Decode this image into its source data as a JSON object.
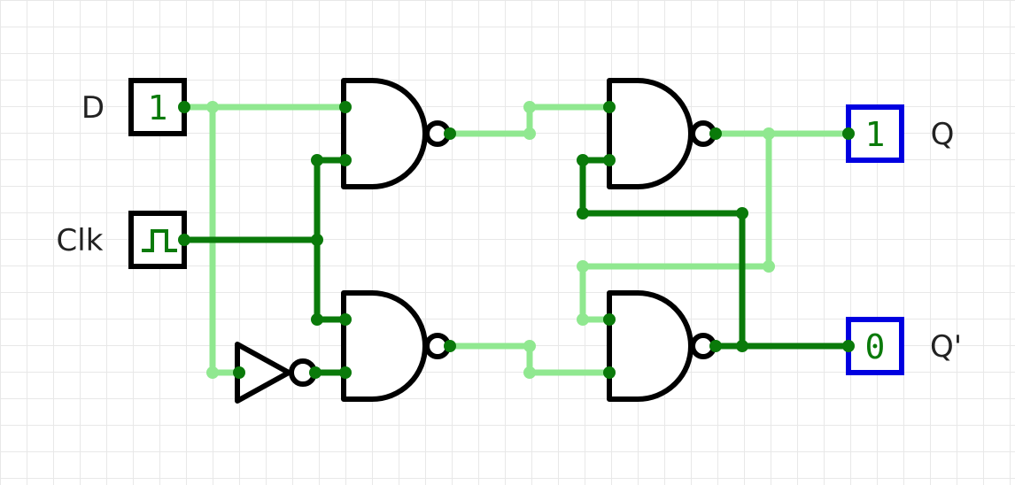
{
  "colors": {
    "wire_high": "#0a7a0a",
    "wire_low": "#90e890",
    "gate": "#000000",
    "output_box": "#0000e0",
    "value_text": "#0a7a0a"
  },
  "labels": {
    "d": "D",
    "clk": "Clk",
    "q": "Q",
    "qbar": "Q'"
  },
  "inputs": {
    "d_value": "1"
  },
  "outputs": {
    "q_value": "1",
    "qbar_value": "0"
  },
  "icons": {
    "clock": "clock-square-wave-icon"
  }
}
